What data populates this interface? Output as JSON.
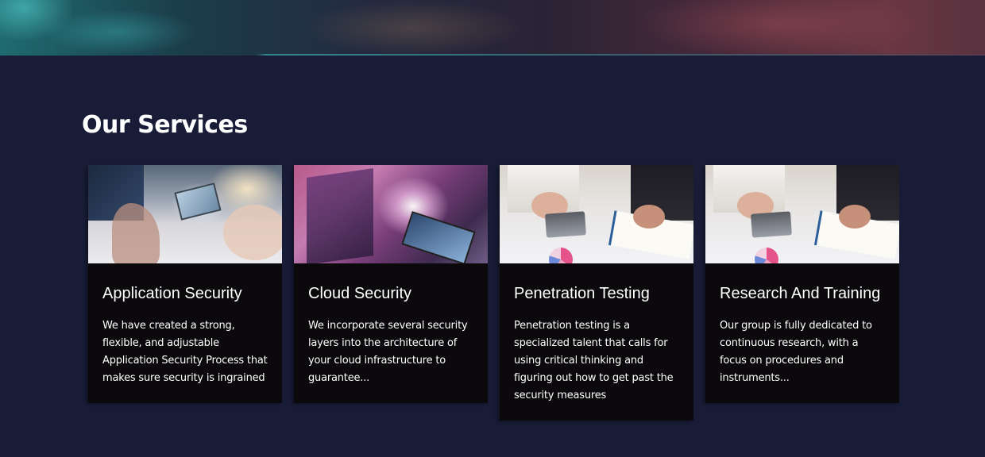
{
  "section": {
    "title": "Our Services"
  },
  "services": [
    {
      "title": "Application Security",
      "description": "We have created a strong, flexible, and adjustable Application Security Process that makes sure security is ingrained",
      "image": "office-laptop-meeting-photo"
    },
    {
      "title": "Cloud Security",
      "description": "We incorporate several security layers into the architecture of your cloud infrastructure to guarantee...",
      "image": "tablet-financial-chart-photo"
    },
    {
      "title": "Penetration Testing",
      "description": "Penetration testing is a specialized talent that calls for using critical thinking and figuring out how to get past the security measures",
      "image": "desk-calculator-notebook-photo"
    },
    {
      "title": "Research And Training",
      "description": "Our group is fully dedicated to continuous research, with a focus on procedures and instruments...",
      "image": "desk-calculator-notebook-photo"
    }
  ]
}
